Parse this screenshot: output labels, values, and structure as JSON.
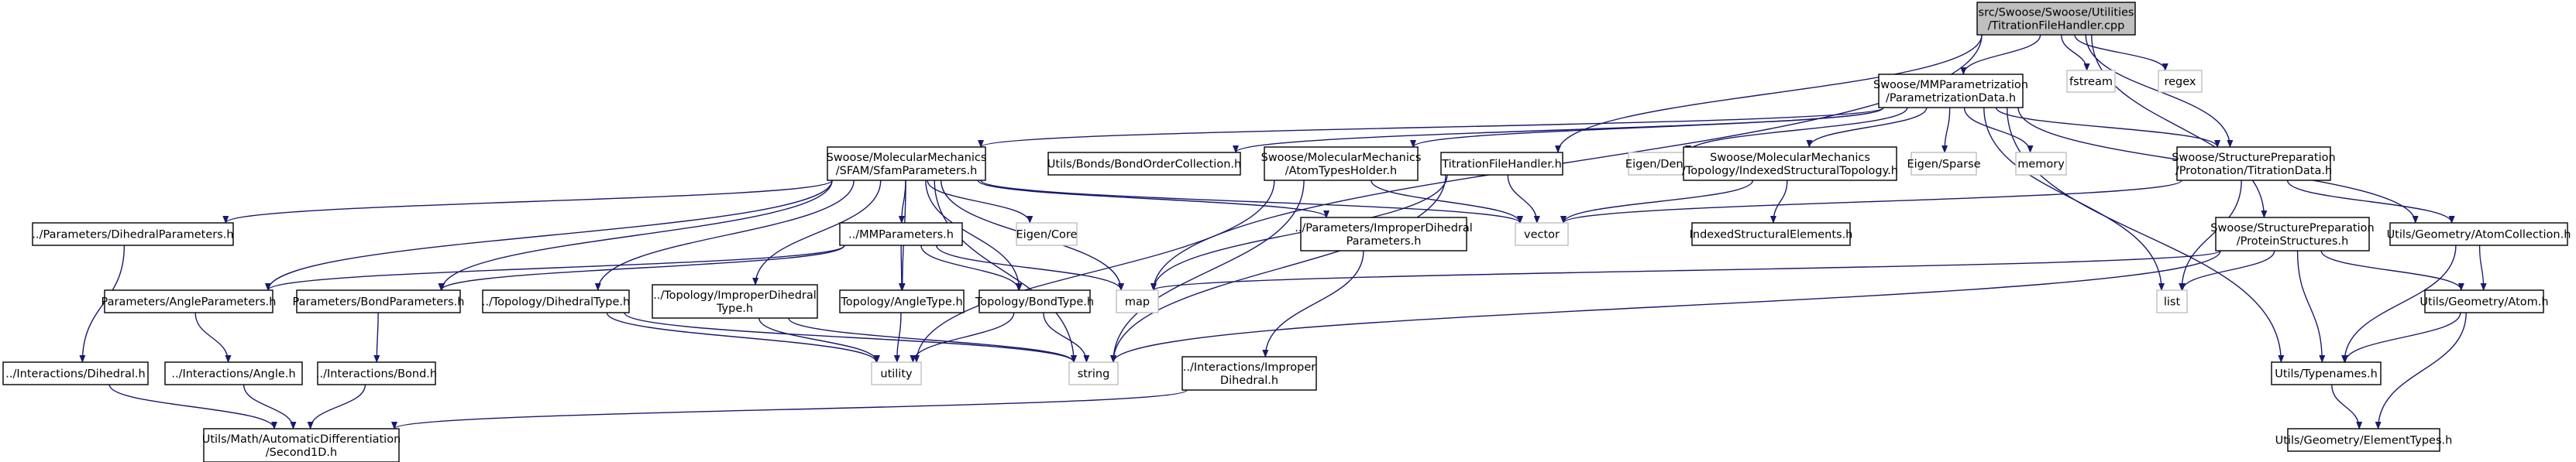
{
  "diagram": {
    "type": "include-dependency-graph",
    "edge_color": "#191970",
    "root_fill": "#bfbfbf",
    "system_header_border": "#bfbfbf",
    "nodes": [
      {
        "id": "root",
        "lines": [
          "src/Swoose/Swoose/Utilities",
          "/TitrationFileHandler.cpp"
        ],
        "kind": "root"
      },
      {
        "id": "fstream",
        "lines": [
          "fstream"
        ],
        "kind": "sys"
      },
      {
        "id": "regex",
        "lines": [
          "regex"
        ],
        "kind": "sys"
      },
      {
        "id": "paramdata",
        "lines": [
          "Swoose/MMParametrization",
          "/ParametrizationData.h"
        ],
        "kind": "solid"
      },
      {
        "id": "protprep",
        "lines": [
          "Swoose/StructurePreparation",
          "/Protonation/TitrationData.h"
        ],
        "kind": "solid"
      },
      {
        "id": "sfamparams",
        "lines": [
          "Swoose/MolecularMechanics",
          "/SFAM/SfamParameters.h"
        ],
        "kind": "solid"
      },
      {
        "id": "bondorder",
        "lines": [
          "Utils/Bonds/BondOrderCollection.h"
        ],
        "kind": "solid"
      },
      {
        "id": "atomtypes",
        "lines": [
          "Swoose/MolecularMechanics",
          "/AtomTypesHolder.h"
        ],
        "kind": "solid"
      },
      {
        "id": "titfile",
        "lines": [
          "TitrationFileHandler.h"
        ],
        "kind": "solid"
      },
      {
        "id": "eigendense",
        "lines": [
          "Eigen/Dense"
        ],
        "kind": "sys"
      },
      {
        "id": "idxtopo",
        "lines": [
          "Swoose/MolecularMechanics",
          "/Topology/IndexedStructuralTopology.h"
        ],
        "kind": "solid"
      },
      {
        "id": "eigensparse",
        "lines": [
          "Eigen/Sparse"
        ],
        "kind": "sys"
      },
      {
        "id": "memory",
        "lines": [
          "memory"
        ],
        "kind": "sys"
      },
      {
        "id": "dihedralparams",
        "lines": [
          "../Parameters/DihedralParameters.h"
        ],
        "kind": "solid"
      },
      {
        "id": "mmparams",
        "lines": [
          "../MMParameters.h"
        ],
        "kind": "solid"
      },
      {
        "id": "eigencore",
        "lines": [
          "Eigen/Core"
        ],
        "kind": "sys"
      },
      {
        "id": "improperparams",
        "lines": [
          "../Parameters/ImproperDihedral",
          "Parameters.h"
        ],
        "kind": "solid"
      },
      {
        "id": "vector",
        "lines": [
          "vector"
        ],
        "kind": "sys"
      },
      {
        "id": "idxelements",
        "lines": [
          "IndexedStructuralElements.h"
        ],
        "kind": "solid"
      },
      {
        "id": "atomcoll",
        "lines": [
          "Utils/Geometry/AtomCollection.h"
        ],
        "kind": "solid"
      },
      {
        "id": "protstruct",
        "lines": [
          "Swoose/StructurePreparation",
          "/ProteinStructures.h"
        ],
        "kind": "solid"
      },
      {
        "id": "angleparams",
        "lines": [
          "Parameters/AngleParameters.h"
        ],
        "kind": "solid"
      },
      {
        "id": "bondparams",
        "lines": [
          "Parameters/BondParameters.h"
        ],
        "kind": "solid"
      },
      {
        "id": "dihedraltype",
        "lines": [
          "../Topology/DihedralType.h"
        ],
        "kind": "solid"
      },
      {
        "id": "impropertype",
        "lines": [
          "../Topology/ImproperDihedral",
          "Type.h"
        ],
        "kind": "solid"
      },
      {
        "id": "angletype",
        "lines": [
          "Topology/AngleType.h"
        ],
        "kind": "solid"
      },
      {
        "id": "bondtype",
        "lines": [
          "Topology/BondType.h"
        ],
        "kind": "solid"
      },
      {
        "id": "map",
        "lines": [
          "map"
        ],
        "kind": "sys"
      },
      {
        "id": "list",
        "lines": [
          "list"
        ],
        "kind": "sys"
      },
      {
        "id": "atom",
        "lines": [
          "Utils/Geometry/Atom.h"
        ],
        "kind": "solid"
      },
      {
        "id": "dihedral",
        "lines": [
          "../Interactions/Dihedral.h"
        ],
        "kind": "solid"
      },
      {
        "id": "angle",
        "lines": [
          "../Interactions/Angle.h"
        ],
        "kind": "solid"
      },
      {
        "id": "bond",
        "lines": [
          "../Interactions/Bond.h"
        ],
        "kind": "solid"
      },
      {
        "id": "utility",
        "lines": [
          "utility"
        ],
        "kind": "sys"
      },
      {
        "id": "string",
        "lines": [
          "string"
        ],
        "kind": "sys"
      },
      {
        "id": "improper",
        "lines": [
          "../Interactions/Improper",
          "Dihedral.h"
        ],
        "kind": "solid"
      },
      {
        "id": "typenames",
        "lines": [
          "Utils/Typenames.h"
        ],
        "kind": "solid"
      },
      {
        "id": "second1d",
        "lines": [
          "Utils/Math/AutomaticDifferentiation",
          "/Second1D.h"
        ],
        "kind": "solid"
      },
      {
        "id": "elementtypes",
        "lines": [
          "Utils/Geometry/ElementTypes.h"
        ],
        "kind": "solid"
      }
    ],
    "edges": [
      [
        "root",
        "paramdata"
      ],
      [
        "root",
        "fstream"
      ],
      [
        "root",
        "regex"
      ],
      [
        "root",
        "protprep"
      ],
      [
        "root",
        "titfile"
      ],
      [
        "root",
        "protstruct"
      ],
      [
        "root",
        "map"
      ],
      [
        "paramdata",
        "sfamparams"
      ],
      [
        "paramdata",
        "bondorder"
      ],
      [
        "paramdata",
        "atomtypes"
      ],
      [
        "paramdata",
        "eigendense"
      ],
      [
        "paramdata",
        "idxtopo"
      ],
      [
        "paramdata",
        "eigensparse"
      ],
      [
        "paramdata",
        "memory"
      ],
      [
        "paramdata",
        "list"
      ],
      [
        "paramdata",
        "protprep"
      ],
      [
        "paramdata",
        "atomcoll"
      ],
      [
        "paramdata",
        "typenames"
      ],
      [
        "protprep",
        "vector"
      ],
      [
        "protprep",
        "list"
      ],
      [
        "protprep",
        "atomcoll"
      ],
      [
        "sfamparams",
        "dihedralparams"
      ],
      [
        "sfamparams",
        "mmparams"
      ],
      [
        "sfamparams",
        "eigencore"
      ],
      [
        "sfamparams",
        "improperparams"
      ],
      [
        "sfamparams",
        "vector"
      ],
      [
        "sfamparams",
        "angleparams"
      ],
      [
        "sfamparams",
        "bondparams"
      ],
      [
        "sfamparams",
        "dihedraltype"
      ],
      [
        "sfamparams",
        "impropertype"
      ],
      [
        "sfamparams",
        "angletype"
      ],
      [
        "sfamparams",
        "bondtype"
      ],
      [
        "sfamparams",
        "map"
      ],
      [
        "sfamparams",
        "string"
      ],
      [
        "atomtypes",
        "vector"
      ],
      [
        "atomtypes",
        "string"
      ],
      [
        "atomtypes",
        "utility"
      ],
      [
        "titfile",
        "vector"
      ],
      [
        "titfile",
        "map"
      ],
      [
        "titfile",
        "string"
      ],
      [
        "idxtopo",
        "vector"
      ],
      [
        "idxtopo",
        "idxelements"
      ],
      [
        "dihedralparams",
        "dihedral"
      ],
      [
        "mmparams",
        "angleparams"
      ],
      [
        "mmparams",
        "bondparams"
      ],
      [
        "mmparams",
        "angletype"
      ],
      [
        "mmparams",
        "bondtype"
      ],
      [
        "mmparams",
        "map"
      ],
      [
        "improperparams",
        "improper"
      ],
      [
        "atomcoll",
        "atom"
      ],
      [
        "atomcoll",
        "typenames"
      ],
      [
        "protstruct",
        "map"
      ],
      [
        "protstruct",
        "list"
      ],
      [
        "protstruct",
        "atom"
      ],
      [
        "protstruct",
        "typenames"
      ],
      [
        "protstruct",
        "string"
      ],
      [
        "angleparams",
        "angle"
      ],
      [
        "bondparams",
        "bond"
      ],
      [
        "dihedraltype",
        "utility"
      ],
      [
        "dihedraltype",
        "string"
      ],
      [
        "impropertype",
        "utility"
      ],
      [
        "impropertype",
        "string"
      ],
      [
        "angletype",
        "utility"
      ],
      [
        "bondtype",
        "utility"
      ],
      [
        "bondtype",
        "string"
      ],
      [
        "atom",
        "typenames"
      ],
      [
        "atom",
        "elementtypes"
      ],
      [
        "dihedral",
        "second1d"
      ],
      [
        "angle",
        "second1d"
      ],
      [
        "bond",
        "second1d"
      ],
      [
        "improper",
        "second1d"
      ],
      [
        "typenames",
        "elementtypes"
      ]
    ]
  }
}
